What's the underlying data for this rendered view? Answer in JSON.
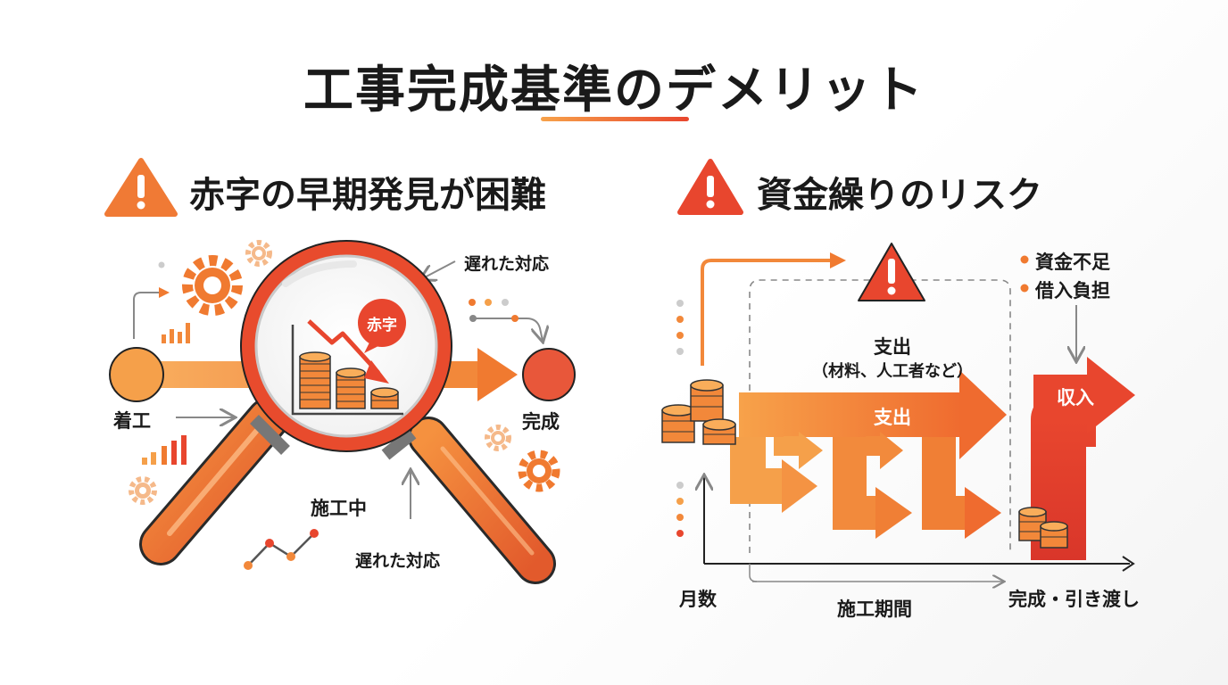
{
  "title": "工事完成基準のデメリット",
  "colors": {
    "orange": "#f28a3c",
    "red": "#e6452f",
    "dark": "#333333",
    "gray": "#9a9a9a"
  },
  "left": {
    "heading": "赤字の早期発見が困難",
    "icon": "warning-icon",
    "labels": {
      "start": "着工",
      "complete": "完成",
      "in_progress": "施工中",
      "late_top": "遅れた対応",
      "late_bottom": "遅れた対応",
      "red_badge": "赤字"
    }
  },
  "right": {
    "heading": "資金繰りのリスク",
    "icon": "warning-icon",
    "expense_title": "支出",
    "expense_detail": "（材料、人工者など）",
    "expense_arrow": "支出",
    "income_arrow": "収入",
    "risks": [
      "資金不足",
      "借入負担"
    ],
    "x_axis_left": "月数",
    "x_axis_mid": "施工期間",
    "x_axis_right": "完成・引き渡し"
  }
}
